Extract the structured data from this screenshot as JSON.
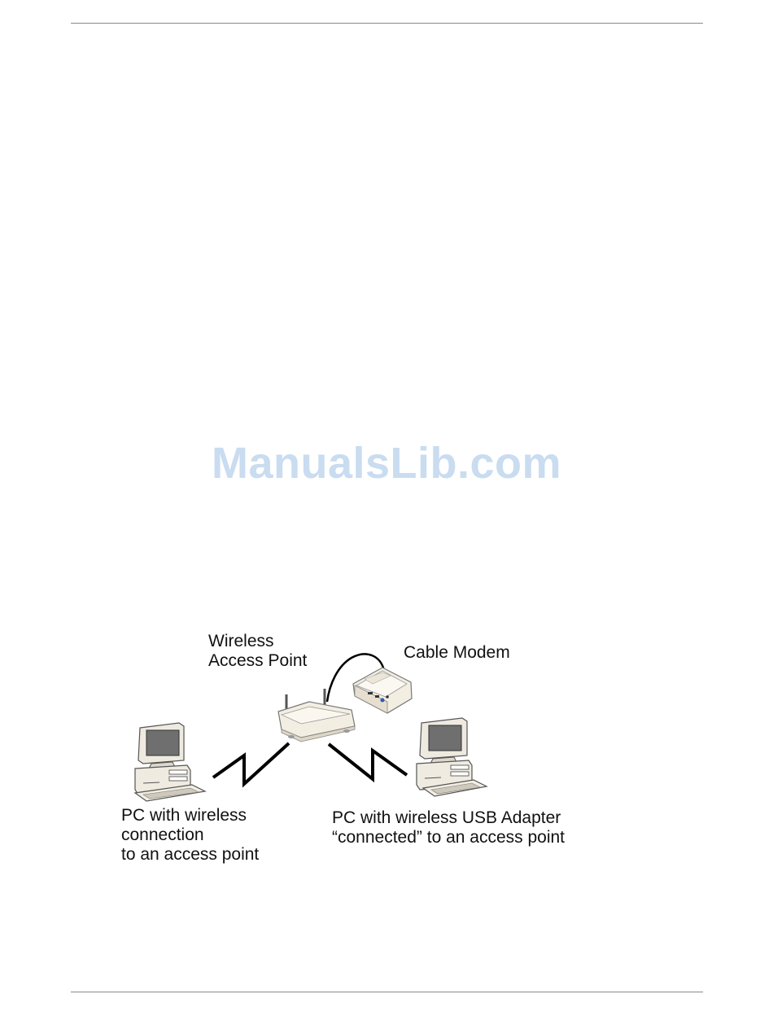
{
  "watermark": "ManualsLib.com",
  "diagram": {
    "access_point_label": [
      "Wireless",
      "Access Point"
    ],
    "cable_modem_label": "Cable Modem",
    "pc_left_label": [
      "PC with wireless",
      "connection",
      "to an access point"
    ],
    "pc_right_label": [
      "PC with wireless USB Adapter",
      "“connected” to an access point"
    ]
  },
  "colors": {
    "rule": "#8a8a8a",
    "watermark": "#c9dcf0",
    "device_body": "#f1ece0",
    "monitor_screen": "#6f6f6f",
    "link_line": "#000000"
  }
}
